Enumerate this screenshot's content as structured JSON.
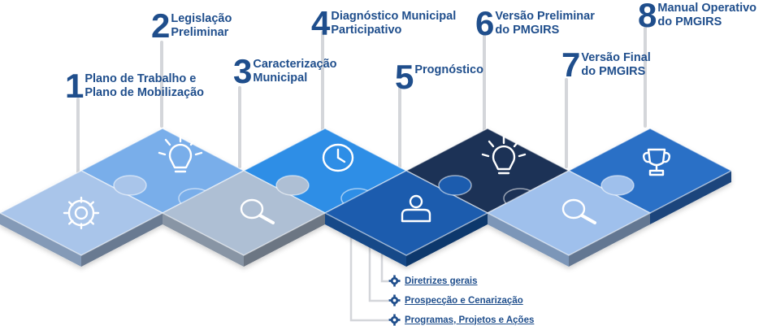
{
  "steps": [
    {
      "num": "1",
      "line1": "Plano de Trabalho e",
      "line2": "Plano de Mobilização",
      "icon": "gear-icon"
    },
    {
      "num": "2",
      "line1": "Legislação",
      "line2": "Preliminar",
      "icon": "lightbulb-icon"
    },
    {
      "num": "3",
      "line1": "Caracterização",
      "line2": "Municipal",
      "icon": "magnifier-icon"
    },
    {
      "num": "4",
      "line1": "Diagnóstico Municipal",
      "line2": "Participativo",
      "icon": "clock-icon"
    },
    {
      "num": "5",
      "line1": "Prognóstico",
      "line2": "",
      "icon": "person-icon"
    },
    {
      "num": "6",
      "line1": "Versão Preliminar",
      "line2": "do PMGIRS",
      "icon": "lightbulb-icon"
    },
    {
      "num": "7",
      "line1": "Versão Final",
      "line2": "do PMGIRS",
      "icon": "magnifier-icon"
    },
    {
      "num": "8",
      "line1": "Manual Operativo",
      "line2": "do PMGIRS",
      "icon": "trophy-icon"
    }
  ],
  "sub_items": [
    {
      "label": "Diretrizes gerais",
      "icon": "gear-icon"
    },
    {
      "label": "Prospecção e Cenarização",
      "icon": "gear-icon"
    },
    {
      "label": "Programas, Projetos e Ações",
      "icon": "gear-icon"
    }
  ],
  "colors": {
    "text": "#1f4e8c",
    "piece1": "#a9c5ea",
    "piece2": "#79aeea",
    "piece3": "#aebfd4",
    "piece4": "#2f8ee6",
    "piece5": "#1b5cae",
    "piece6": "#1e3357",
    "piece7": "#9fc0ec",
    "piece8": "#2c6fc6",
    "connector": "#d4d6da"
  }
}
